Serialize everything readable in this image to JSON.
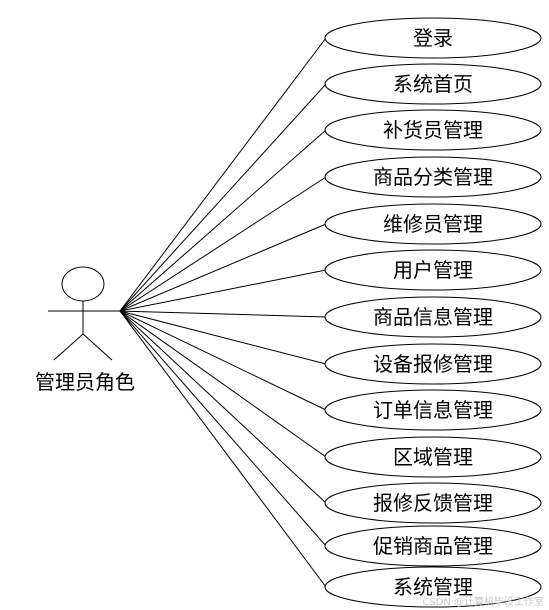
{
  "actor": {
    "label": "管理员角色"
  },
  "use_cases": [
    {
      "label": "登录"
    },
    {
      "label": "系统首页"
    },
    {
      "label": "补货员管理"
    },
    {
      "label": "商品分类管理"
    },
    {
      "label": "维修员管理"
    },
    {
      "label": "用户管理"
    },
    {
      "label": "商品信息管理"
    },
    {
      "label": "设备报修管理"
    },
    {
      "label": "订单信息管理"
    },
    {
      "label": "区域管理"
    },
    {
      "label": "报修反馈管理"
    },
    {
      "label": "促销商品管理"
    },
    {
      "label": "系统管理"
    }
  ],
  "watermark": "CSDN @计算机毕设工作室"
}
